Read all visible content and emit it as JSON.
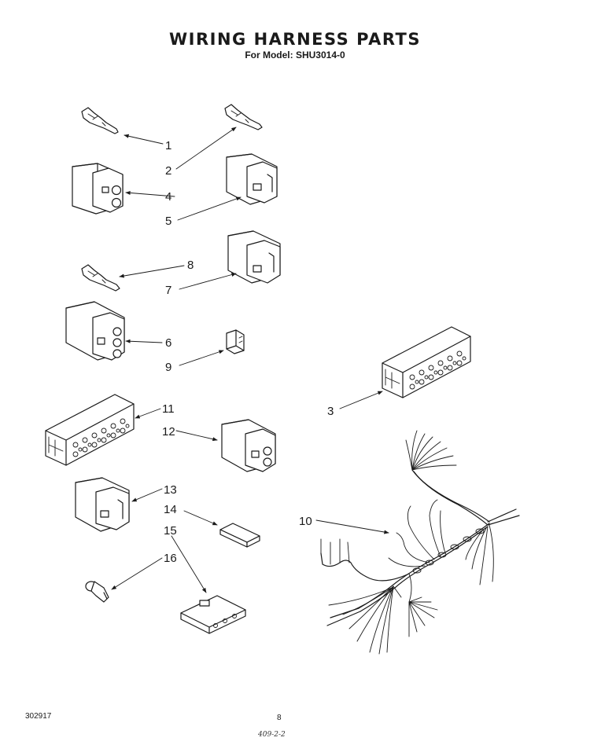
{
  "header": {
    "title": "WIRING HARNESS PARTS",
    "subtitle": "For Model: SHU3014-0"
  },
  "parts": [
    {
      "num": "1",
      "kind": "terminal"
    },
    {
      "num": "2",
      "kind": "terminal"
    },
    {
      "num": "3",
      "kind": "large-block-connector"
    },
    {
      "num": "4",
      "kind": "two-pin-connector"
    },
    {
      "num": "5",
      "kind": "two-pin-connector"
    },
    {
      "num": "6",
      "kind": "three-pin-connector"
    },
    {
      "num": "7",
      "kind": "two-pin-connector"
    },
    {
      "num": "8",
      "kind": "terminal"
    },
    {
      "num": "9",
      "kind": "small-clip"
    },
    {
      "num": "10",
      "kind": "wiring-harness"
    },
    {
      "num": "11",
      "kind": "large-block-connector"
    },
    {
      "num": "12",
      "kind": "two-pin-connector"
    },
    {
      "num": "13",
      "kind": "two-pin-connector"
    },
    {
      "num": "14",
      "kind": "small-clip"
    },
    {
      "num": "15",
      "kind": "three-slot-connector"
    },
    {
      "num": "16",
      "kind": "ring-terminal"
    }
  ],
  "footer": {
    "doc_number": "302917",
    "page": "8",
    "handwritten": "409-2-2"
  }
}
